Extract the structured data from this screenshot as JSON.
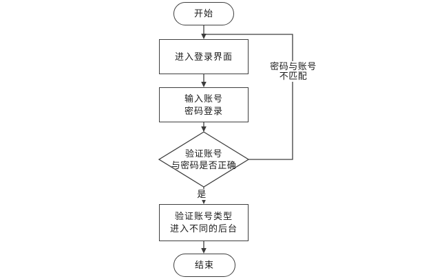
{
  "flowchart": {
    "nodes": {
      "start": {
        "label": "开始"
      },
      "enter_login": {
        "label": "进入登录界面"
      },
      "input_credentials": {
        "line1": "输入账号",
        "line2": "密码登录"
      },
      "verify_decision": {
        "line1": "验证账号",
        "line2": "与密码是否正确"
      },
      "verify_account_type": {
        "line1": "验证账号类型",
        "line2": "进入不同的后台"
      },
      "end": {
        "label": "结束"
      }
    },
    "labels": {
      "yes": "是",
      "mismatch_line1": "密码与账号",
      "mismatch_line2": "不匹配"
    },
    "colors": {
      "line": "#3d3d3d",
      "text": "#1a1a1a",
      "background": "#ffffff"
    }
  }
}
